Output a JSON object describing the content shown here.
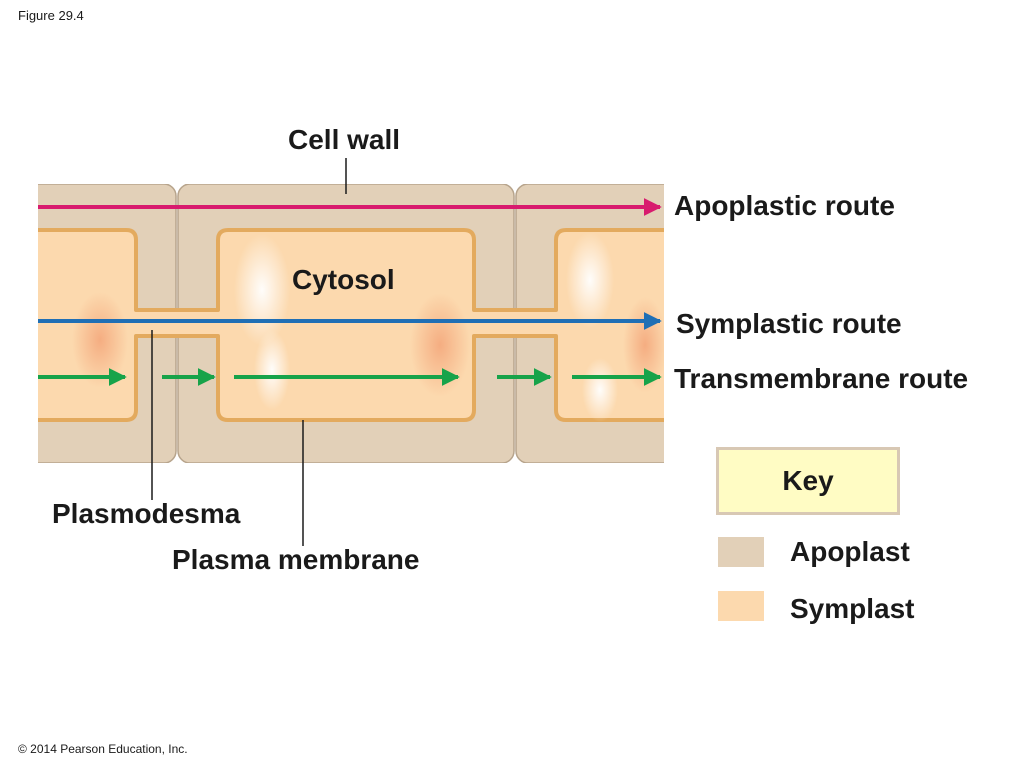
{
  "figure_label": "Figure 29.4",
  "copyright": "© 2014 Pearson Education, Inc.",
  "labels": {
    "cell_wall": "Cell wall",
    "cytosol": "Cytosol",
    "plasmodesma": "Plasmodesma",
    "plasma_membrane": "Plasma membrane"
  },
  "routes": {
    "apoplastic": "Apoplastic route",
    "symplastic": "Symplastic route",
    "transmembrane": "Transmembrane route"
  },
  "key": {
    "title": "Key",
    "apoplast": "Apoplast",
    "symplast": "Symplast"
  },
  "colors": {
    "apoplast": "#e2d0b8",
    "symplast": "#fcd9ae",
    "apoplastic_arrow": "#d81b6e",
    "symplastic_arrow": "#1f6fb5",
    "transmembrane_arrow": "#17a34a",
    "membrane": "#e3aa5e",
    "wall_edge": "#b7a48c",
    "key_bg": "#fffcc4"
  }
}
